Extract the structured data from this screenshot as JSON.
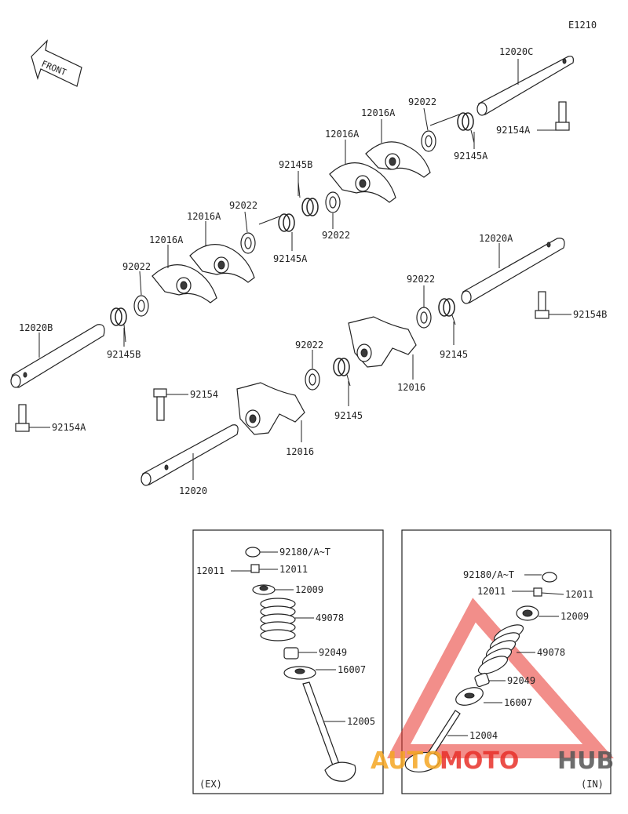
{
  "diagram_code": "E1210",
  "front_label": "FRONT",
  "labels": {
    "l_12020C": "12020C",
    "l_92154A_top": "92154A",
    "l_92022_a": "92022",
    "l_92145A_a": "92145A",
    "l_12016A_a": "12016A",
    "l_12016A_b": "12016A",
    "l_92145B_a": "92145B",
    "l_92022_b": "92022",
    "l_92145A_b": "92145A",
    "l_92022_c": "92022",
    "l_12016A_c": "12016A",
    "l_12016A_d": "12016A",
    "l_92022_d": "92022",
    "l_12020B": "12020B",
    "l_92145B_b": "92145B",
    "l_92154A_left": "92154A",
    "l_12020A": "12020A",
    "l_92154B": "92154B",
    "l_92022_e": "92022",
    "l_92145_a": "92145",
    "l_12016_a": "12016",
    "l_92022_f": "92022",
    "l_92145_b": "92145",
    "l_92154": "92154",
    "l_12016_b": "12016",
    "l_12020": "12020",
    "ex_92180": "92180/A~T",
    "ex_12011_l": "12011",
    "ex_12011_r": "12011",
    "ex_12009": "12009",
    "ex_49078": "49078",
    "ex_92049": "92049",
    "ex_16007": "16007",
    "ex_12005": "12005",
    "ex_tag": "(EX)",
    "in_92180": "92180/A~T",
    "in_12011_l": "12011",
    "in_12011_r": "12011",
    "in_12009": "12009",
    "in_49078": "49078",
    "in_92049": "92049",
    "in_16007": "16007",
    "in_12004": "12004",
    "in_tag": "(IN)"
  },
  "watermark": {
    "part1": "AUTO",
    "part2": "MOTO",
    "part3": "HUB",
    "color1": "#f5a623",
    "color2": "#e8312a",
    "color3": "#555555"
  }
}
